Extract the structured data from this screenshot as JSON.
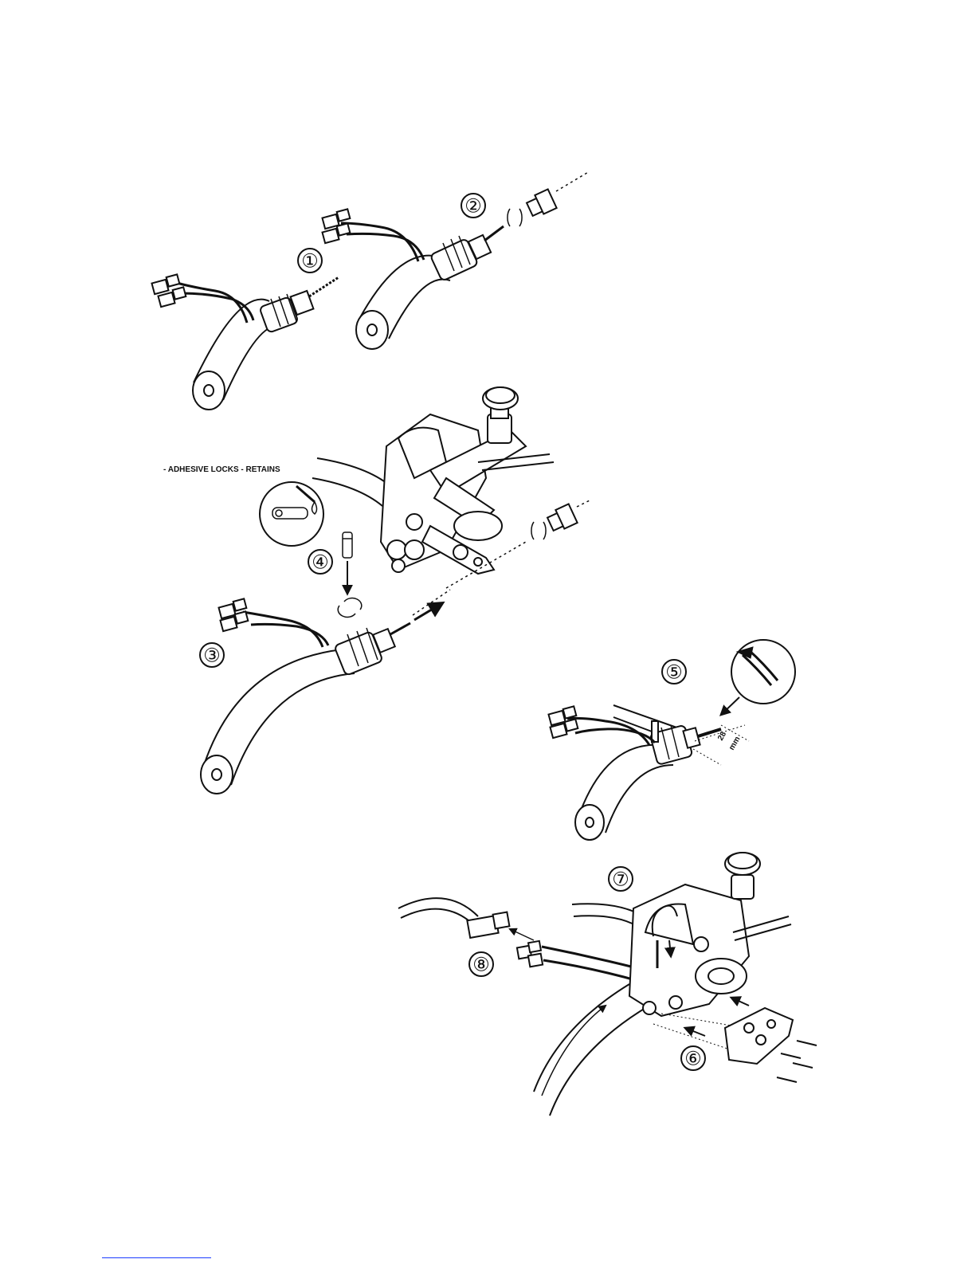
{
  "steps": [
    {
      "number": "①"
    },
    {
      "number": "②"
    },
    {
      "number": "③"
    },
    {
      "number": "④"
    },
    {
      "number": "⑤"
    },
    {
      "number": "⑥"
    },
    {
      "number": "⑦"
    },
    {
      "number": "⑧"
    }
  ],
  "callouts": {
    "adhesive": "- ADHESIVE LOCKS - RETAINS",
    "dimension_value": "28",
    "dimension_unit": "mm"
  },
  "colors": {
    "line": "#111111",
    "footer_rule": "#1a3cff"
  }
}
